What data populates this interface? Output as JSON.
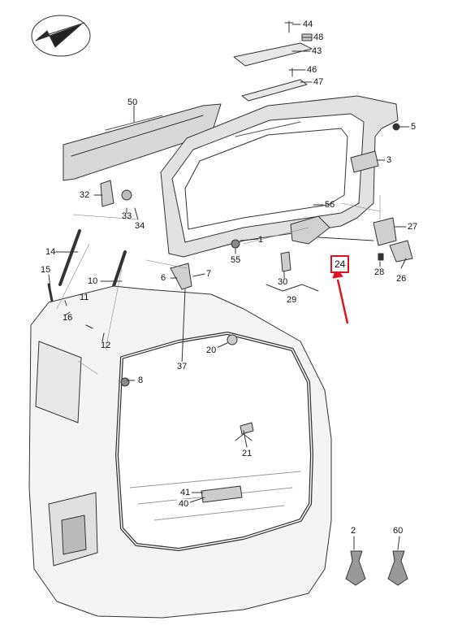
{
  "diagram": {
    "callouts": [
      {
        "id": "44",
        "text": "44"
      },
      {
        "id": "48",
        "text": "48"
      },
      {
        "id": "43",
        "text": "43"
      },
      {
        "id": "46",
        "text": "46"
      },
      {
        "id": "47",
        "text": "47"
      },
      {
        "id": "50",
        "text": "50"
      },
      {
        "id": "5",
        "text": "5"
      },
      {
        "id": "3",
        "text": "3"
      },
      {
        "id": "32",
        "text": "32"
      },
      {
        "id": "33",
        "text": "33"
      },
      {
        "id": "34",
        "text": "34"
      },
      {
        "id": "56",
        "text": "56"
      },
      {
        "id": "27",
        "text": "27"
      },
      {
        "id": "14",
        "text": "14"
      },
      {
        "id": "1",
        "text": "1"
      },
      {
        "id": "55",
        "text": "55"
      },
      {
        "id": "24",
        "text": "24"
      },
      {
        "id": "28",
        "text": "28"
      },
      {
        "id": "26",
        "text": "26"
      },
      {
        "id": "15",
        "text": "15"
      },
      {
        "id": "10",
        "text": "10"
      },
      {
        "id": "6",
        "text": "6"
      },
      {
        "id": "7",
        "text": "7"
      },
      {
        "id": "30",
        "text": "30"
      },
      {
        "id": "29",
        "text": "29"
      },
      {
        "id": "11",
        "text": "11"
      },
      {
        "id": "16",
        "text": "16"
      },
      {
        "id": "12",
        "text": "12"
      },
      {
        "id": "20",
        "text": "20"
      },
      {
        "id": "37",
        "text": "37"
      },
      {
        "id": "8",
        "text": "8"
      },
      {
        "id": "21",
        "text": "21"
      },
      {
        "id": "41",
        "text": "41"
      },
      {
        "id": "40",
        "text": "40"
      },
      {
        "id": "2",
        "text": "2"
      },
      {
        "id": "60",
        "text": "60"
      }
    ],
    "highlighted_callout": "24",
    "highlight_color": "#e0141c",
    "logo_icon": "car-arrow-logo-icon"
  }
}
